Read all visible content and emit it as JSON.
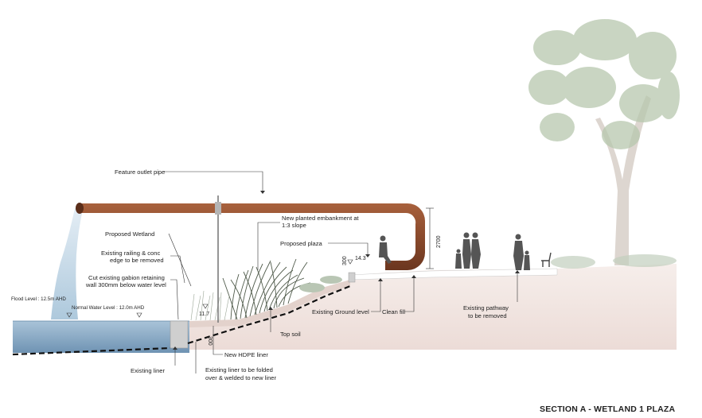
{
  "section": {
    "title": "SECTION A - WETLAND 1 PLAZA"
  },
  "labels": {
    "feature_outlet_pipe": "Feature outlet pipe",
    "proposed_wetland": "Proposed Wetland",
    "railing_line1": "Existing railing & conc",
    "railing_line2": "edge to be removed",
    "gabion_line1": "Cut existing gabion retaining",
    "gabion_line2": "wall 300mm below water level",
    "flood_level": "Flood Level : 12.5m AHD",
    "normal_water_level": "Normal Water Level : 12.0m AHD",
    "embankment_line1": "New planted embankment at",
    "embankment_line2": "1:3 slope",
    "proposed_plaza": "Proposed plaza",
    "existing_ground_level": "Existing Ground level",
    "clean_fill": "Clean fill",
    "top_soil": "Top soil",
    "new_hdpe_liner": "New HDPE liner",
    "existing_liner": "Existing liner",
    "liner_fold_line1": "Existing liner to be folded",
    "liner_fold_line2": "over & welded to new liner",
    "pathway_line1": "Existing pathway",
    "pathway_line2": "to be removed"
  },
  "dimensions": {
    "level_11_7": "11.7",
    "depth_300_bottom": "300",
    "level_14_3": "14.3",
    "depth_300_plaza": "300",
    "height_2700": "2700"
  },
  "colors": {
    "water": "#8fb0cc",
    "pipe": "#8a4a2c",
    "ground": "#f1e5e1",
    "tree": "#b7c8ae"
  }
}
